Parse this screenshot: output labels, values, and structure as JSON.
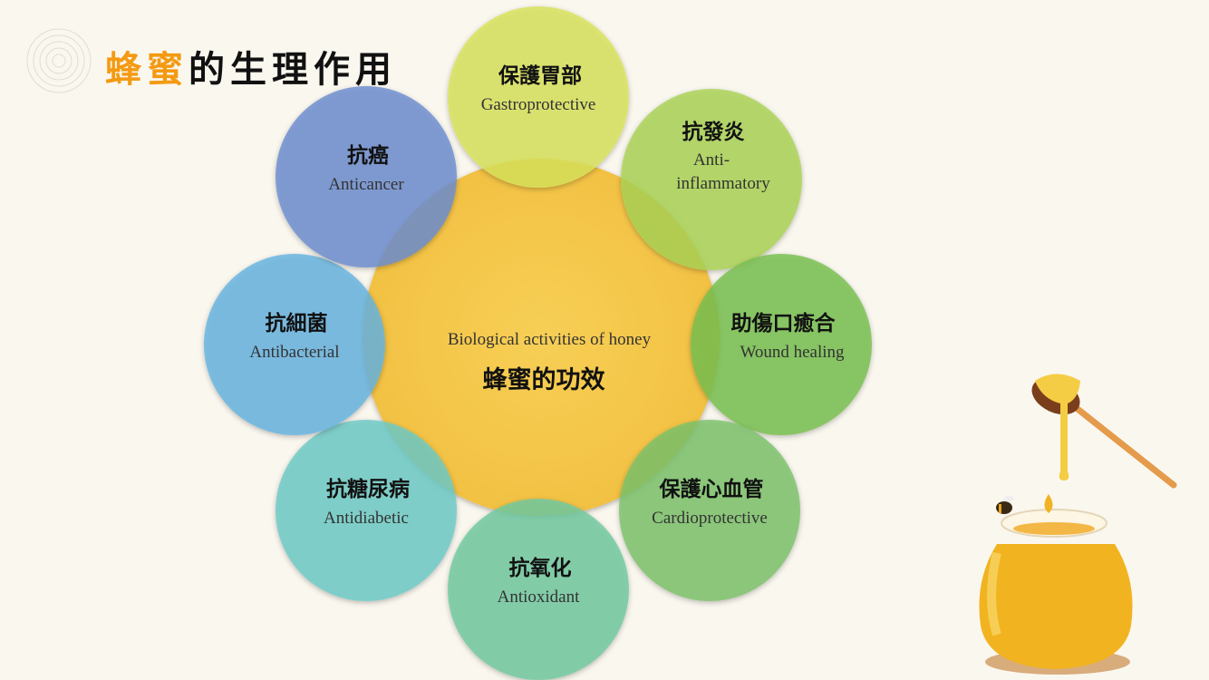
{
  "slide": {
    "title_accent": "蜂蜜",
    "title_rest": "的生理作用"
  },
  "center": {
    "en": "Biological activities of honey",
    "zh": "蜂蜜的功效",
    "color": "#f5c84a"
  },
  "activities": [
    {
      "zh": "保護胃部",
      "en": "Gastroprotective",
      "color": "#d9e35a"
    },
    {
      "zh": "抗發炎",
      "en": "Anti-",
      "en2": "inflammatory",
      "color": "#a9d355"
    },
    {
      "zh": "助傷口癒合",
      "en": "Wound healing",
      "color": "#77c04e"
    },
    {
      "zh": "保護心血管",
      "en": "Cardioprotective",
      "color": "#7cc26a"
    },
    {
      "zh": "抗氧化",
      "en": "Antioxidant",
      "color": "#70c9a0"
    },
    {
      "zh": "抗糖尿病",
      "en": "Antidiabetic",
      "color": "#6ccbc6"
    },
    {
      "zh": "抗細菌",
      "en": "Antibacterial",
      "color": "#66b3e0"
    },
    {
      "zh": "抗癌",
      "en": "Anticancer",
      "color": "#6d8ed0"
    }
  ]
}
